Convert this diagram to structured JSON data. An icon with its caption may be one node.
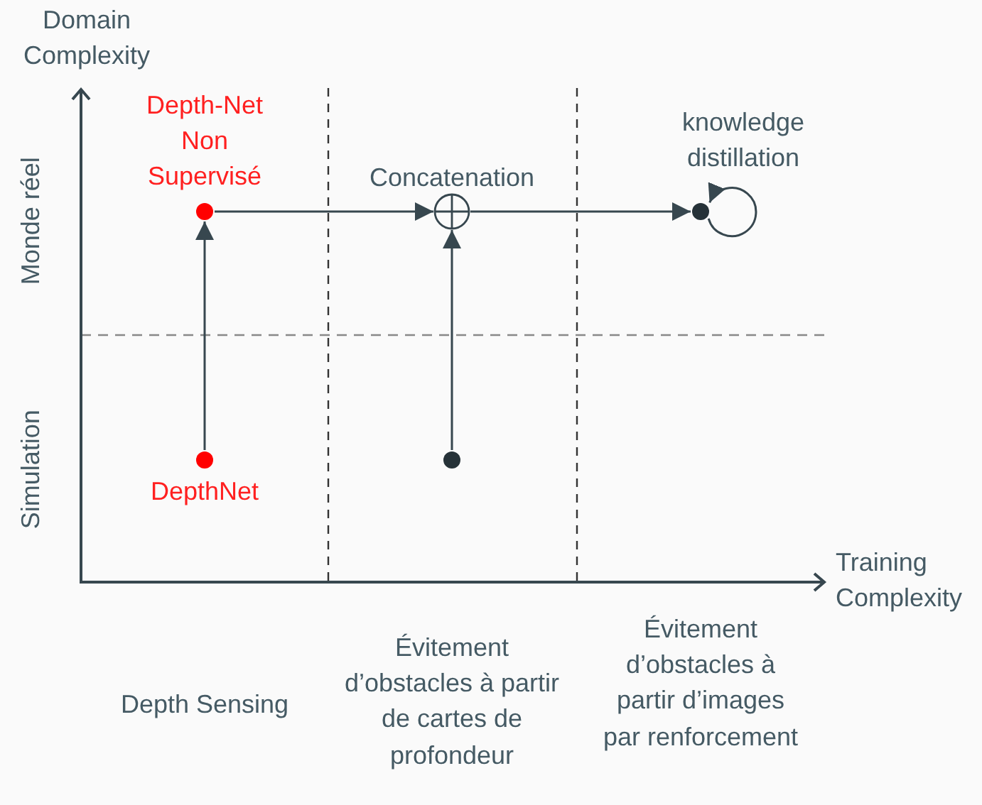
{
  "diagram": {
    "nodes": [
      {
        "text": [],
        "shape": "circle",
        "beside": [
          "Depth-Net Non Supervisé"
        ]
      },
      {
        "text": [],
        "shape": "circle",
        "beside": [
          "DepthNet"
        ]
      },
      {
        "text": [],
        "shape": "circle",
        "beside": [
          "Concatenation"
        ]
      },
      {
        "text": [],
        "shape": "circle"
      },
      {
        "text": [],
        "shape": "circle",
        "beside": [
          "knowledge distillation"
        ]
      }
    ],
    "edges": [
      {
        "from": 1,
        "to": 0,
        "arrow": "to"
      },
      {
        "from": 0,
        "to": 2,
        "arrow": "to"
      },
      {
        "from": 3,
        "to": 2,
        "arrow": "to"
      },
      {
        "from": 2,
        "to": 4,
        "arrow": "to"
      },
      {
        "from": 4,
        "to": 4,
        "arrow": "to"
      }
    ],
    "labels": [
      "Domain Complexity",
      "Monde réel",
      "Simulation",
      "Training Complexity",
      "Depth Sensing",
      "Évitement d’obstacles à partir de cartes de profondeur",
      "Évitement d’obstacles à partir d’images par renforcement"
    ]
  }
}
